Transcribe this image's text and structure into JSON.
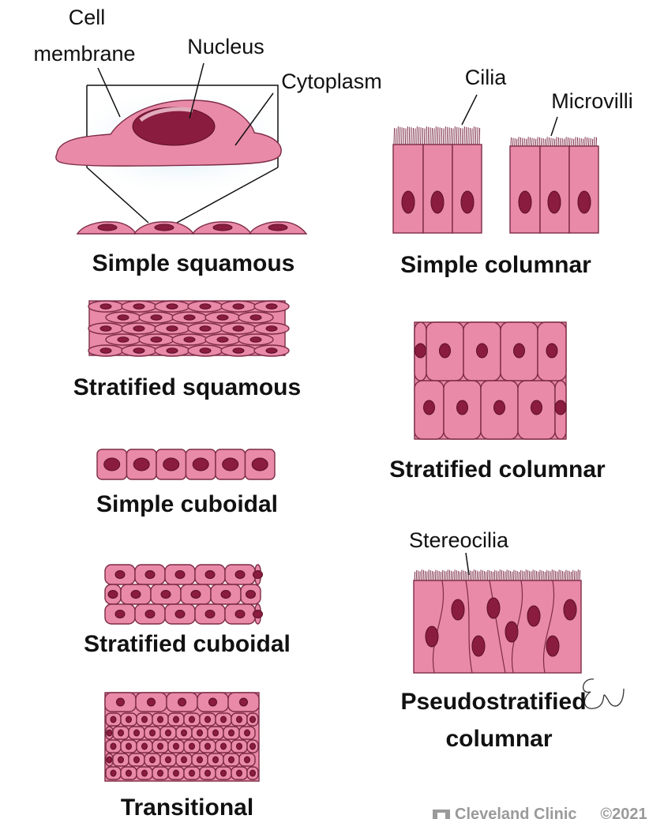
{
  "annotations": {
    "cell_membrane_line1": "Cell",
    "cell_membrane_line2": "membrane",
    "nucleus": "Nucleus",
    "cytoplasm": "Cytoplasm",
    "cilia": "Cilia",
    "microvilli": "Microvilli",
    "stereocilia": "Stereocilia"
  },
  "captions": {
    "simple_squamous": "Simple squamous",
    "simple_columnar": "Simple columnar",
    "stratified_squamous": "Stratified squamous",
    "stratified_columnar": "Stratified columnar",
    "simple_cuboidal": "Simple cuboidal",
    "stratified_cuboidal": "Stratified cuboidal",
    "pseudostratified_line1": "Pseudostratified",
    "pseudostratified_line2": "columnar",
    "transitional": "Transitional"
  },
  "footer": {
    "brand": "Cleveland Clinic",
    "year": "©2021"
  },
  "colors": {
    "cell": "#e98aa8",
    "cell_outline": "#7d2b46",
    "nucleus": "#8a1c40"
  }
}
